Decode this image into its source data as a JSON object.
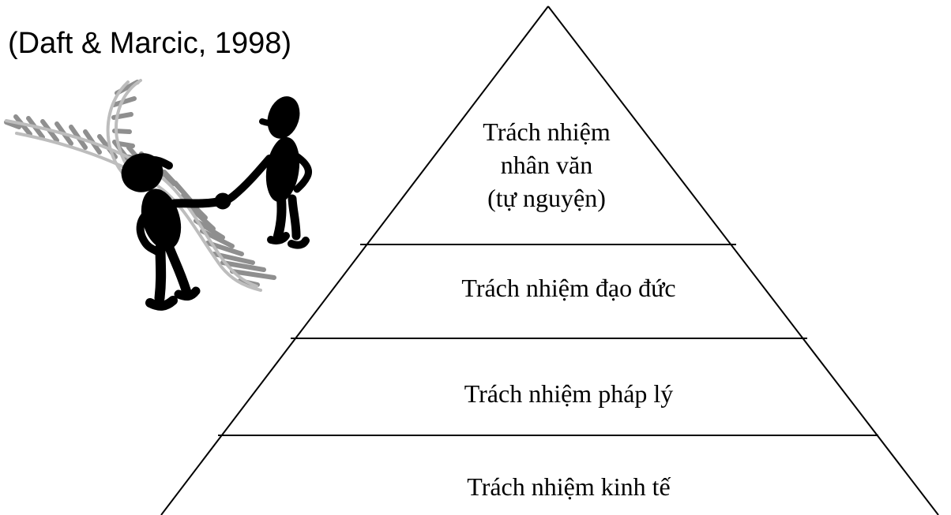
{
  "citation": "(Daft & Marcic, 1998)",
  "pyramid": {
    "levels": [
      {
        "name": "philanthropic",
        "lines": [
          "Trách nhiệm",
          "nhân văn",
          "(tự nguyện)"
        ]
      },
      {
        "name": "ethical",
        "label": "Trách nhiệm đạo đức"
      },
      {
        "name": "legal",
        "label": "Trách nhiệm pháp lý"
      },
      {
        "name": "economic",
        "label": "Trách nhiệm kinh tế"
      }
    ]
  },
  "illustration": {
    "name": "two-figures-handshake-on-railroad"
  },
  "colors": {
    "line": "#000000",
    "figure": "#000000",
    "track": "#9a9a9a",
    "background": "#ffffff"
  }
}
